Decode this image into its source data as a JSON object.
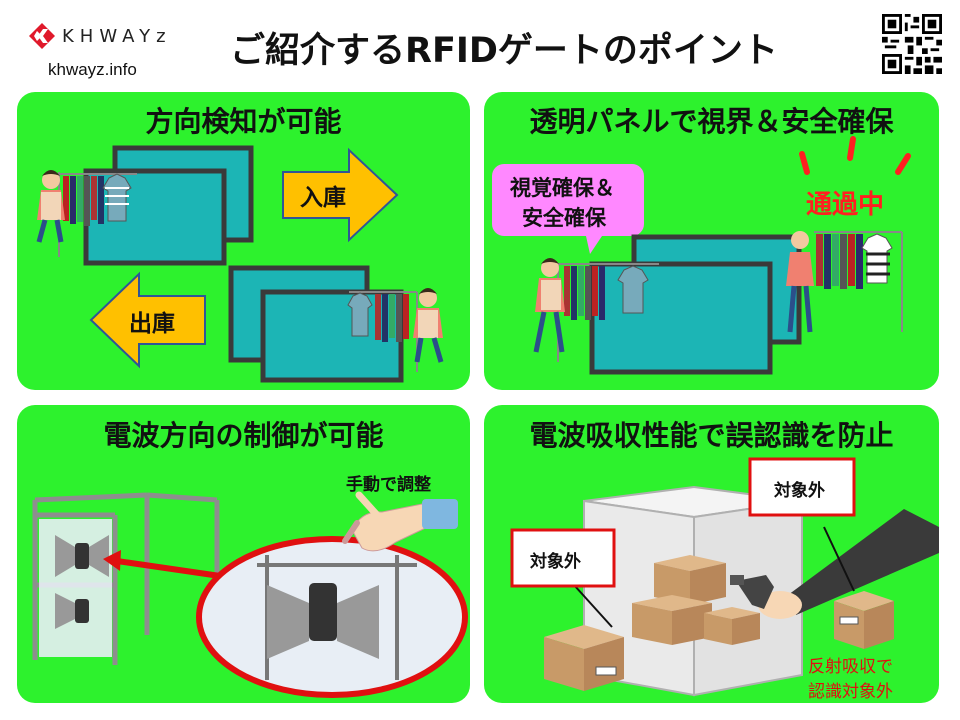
{
  "header": {
    "logo_text": "KHWAYz",
    "site": "khwayz.info",
    "title": "ご紹介するRFIDゲートのポイント"
  },
  "panels": {
    "p1": {
      "title": "方向検知が可能",
      "arrow_in": "入庫",
      "arrow_out": "出庫"
    },
    "p2": {
      "title": "透明パネルで視界＆安全確保",
      "bubble_line1": "視覚確保＆",
      "bubble_line2": "安全確保",
      "passing": "通過中"
    },
    "p3": {
      "title": "電波方向の制御が可能",
      "manual": "手動で調整"
    },
    "p4": {
      "title": "電波吸収性能で誤認識を防止",
      "excluded_1": "対象外",
      "excluded_2": "対象外",
      "note_line1": "反射吸収で",
      "note_line2": "認識対象外"
    }
  },
  "colors": {
    "panel_green": "#2df22d",
    "arrow_yellow": "#ffc000",
    "screen_teal": "#1cb5b5",
    "alert_red": "#ff2020",
    "bubble_pink": "#ff88ff"
  }
}
